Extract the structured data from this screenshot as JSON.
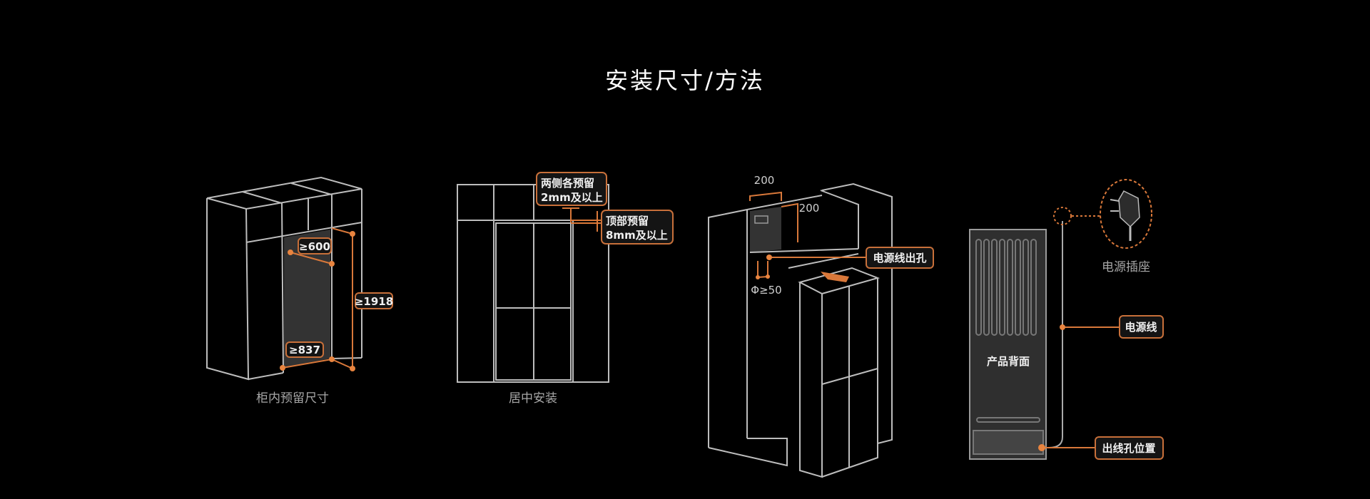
{
  "title": "安装尺寸/方法",
  "accent_color": "#d9783a",
  "diagrams": [
    {
      "caption": "柜内预留尺寸",
      "labels": {
        "width": "≥600",
        "height": "≥1918",
        "depth": "≥837"
      }
    },
    {
      "caption": "居中安装",
      "labels": {
        "side_line1": "两侧各预留",
        "side_line2": "2mm及以上",
        "top_line1": "顶部预留",
        "top_line2": "8mm及以上"
      }
    },
    {
      "labels": {
        "dim_w": "200",
        "dim_h": "200",
        "hole_dia": "Φ≥50",
        "outlet_hole": "电源线出孔"
      }
    },
    {
      "labels": {
        "back": "产品背面",
        "socket": "电源插座",
        "cord": "电源线",
        "exit_hole": "出线孔位置"
      }
    }
  ]
}
